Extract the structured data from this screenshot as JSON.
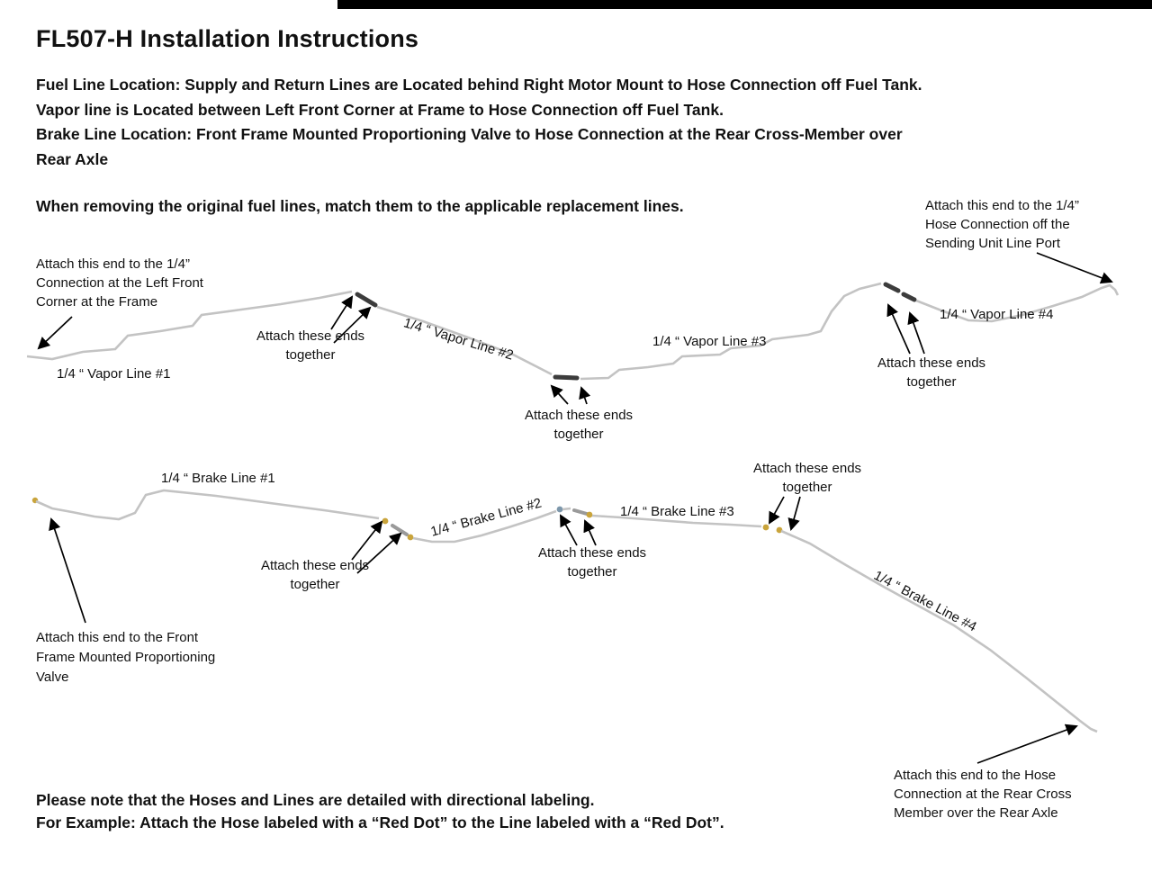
{
  "title": "FL507-H Installation Instructions",
  "intro": "Fuel Line Location:  Supply and Return Lines are Located behind Right Motor Mount to Hose Connection off Fuel Tank.\nVapor line is Located between Left Front Corner at Frame to Hose Connection off Fuel Tank.\nBrake Line Location: Front Frame Mounted Proportioning Valve to Hose Connection at the Rear Cross-Member over\nRear Axle",
  "match_note": "When removing the original fuel lines, match them to the applicable replacement lines.",
  "vapor_section": {
    "attach_left_front": "Attach this end to the 1/4”\nConnection at the Left Front\nCorner at the Frame",
    "attach_sending_unit": "Attach this end to the 1/4”\nHose Connection off the\nSending Unit Line Port",
    "attach_together": "Attach these ends\ntogether",
    "line1_label": "1/4 “ Vapor Line #1",
    "line2_label": "1/4 “ Vapor Line #2",
    "line3_label": "1/4 “ Vapor Line #3",
    "line4_label": "1/4 “ Vapor Line #4"
  },
  "brake_section": {
    "attach_front_valve": "Attach this end to the Front\nFrame Mounted Proportioning\nValve",
    "attach_rear_cross": "Attach this end to the Hose\nConnection at the Rear Cross\nMember over the Rear Axle",
    "attach_together": "Attach these ends\ntogether",
    "line1_label": "1/4 “ Brake Line #1",
    "line2_label": "1/4 “ Brake Line #2",
    "line3_label": "1/4 “ Brake Line #3",
    "line4_label": "1/4 “ Brake Line #4"
  },
  "footer": "Please note that the Hoses and Lines are detailed with directional labeling.\nFor Example: Attach the Hose labeled with a “Red Dot” to the Line labeled with a “Red Dot”.",
  "colors": {
    "text": "#111111",
    "tube_gray": "#c3c3c3",
    "hose_dark": "#3c3c3c",
    "hose_mid": "#9a9a9a",
    "fitting_brass": "#c9a43b",
    "fitting_blue": "#7d97ab",
    "arrow_black": "#000000"
  }
}
